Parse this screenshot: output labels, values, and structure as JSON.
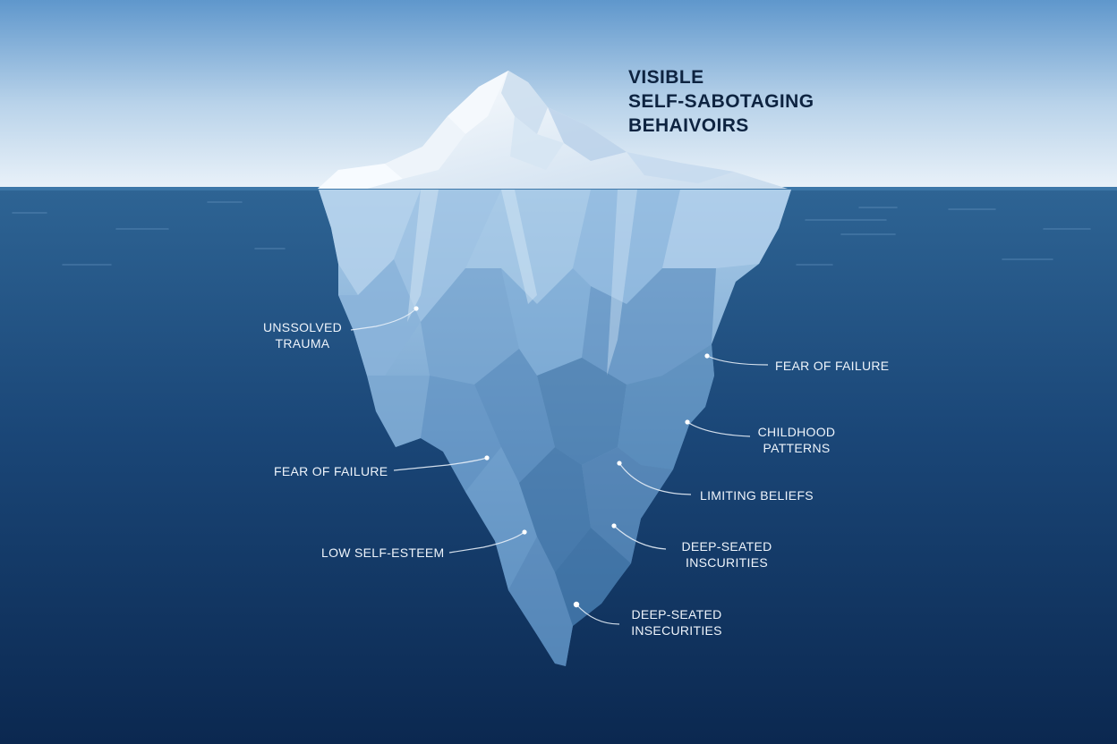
{
  "title": {
    "lines": [
      "VISIBLE",
      "SELF-SABOTAGING",
      "BEHAIVOIRS"
    ]
  },
  "labels": {
    "unsolved_trauma": [
      "UNSSOLVED",
      "TRAUMA"
    ],
    "fear_of_failure_right": [
      "FEAR OF FAILURE"
    ],
    "childhood_patterns": [
      "CHILDHOOD",
      "PATTERNS"
    ],
    "fear_of_failure_left": [
      "FEAR OF FAILURE"
    ],
    "limiting_beliefs": [
      "LIMITING BELIEFS"
    ],
    "low_self_esteem": [
      "LOW SELF-ESTEEM"
    ],
    "deep_seated_1": [
      "DEEP-SEATED",
      "INSCURITIES"
    ],
    "deep_seated_2": [
      "DEEP-SEATED",
      "INSECURITIES"
    ]
  },
  "colors": {
    "sky_top": "#5f97cc",
    "sky_bottom": "#e9f1f8",
    "water_top": "#2f6595",
    "water_bottom": "#0c2a50",
    "ice_light": "#dbeaf6",
    "ice_mid": "#8db6da",
    "ice_dark": "#3b6f9e",
    "label_text": "#eef4fb",
    "title_text": "#0d2340"
  }
}
